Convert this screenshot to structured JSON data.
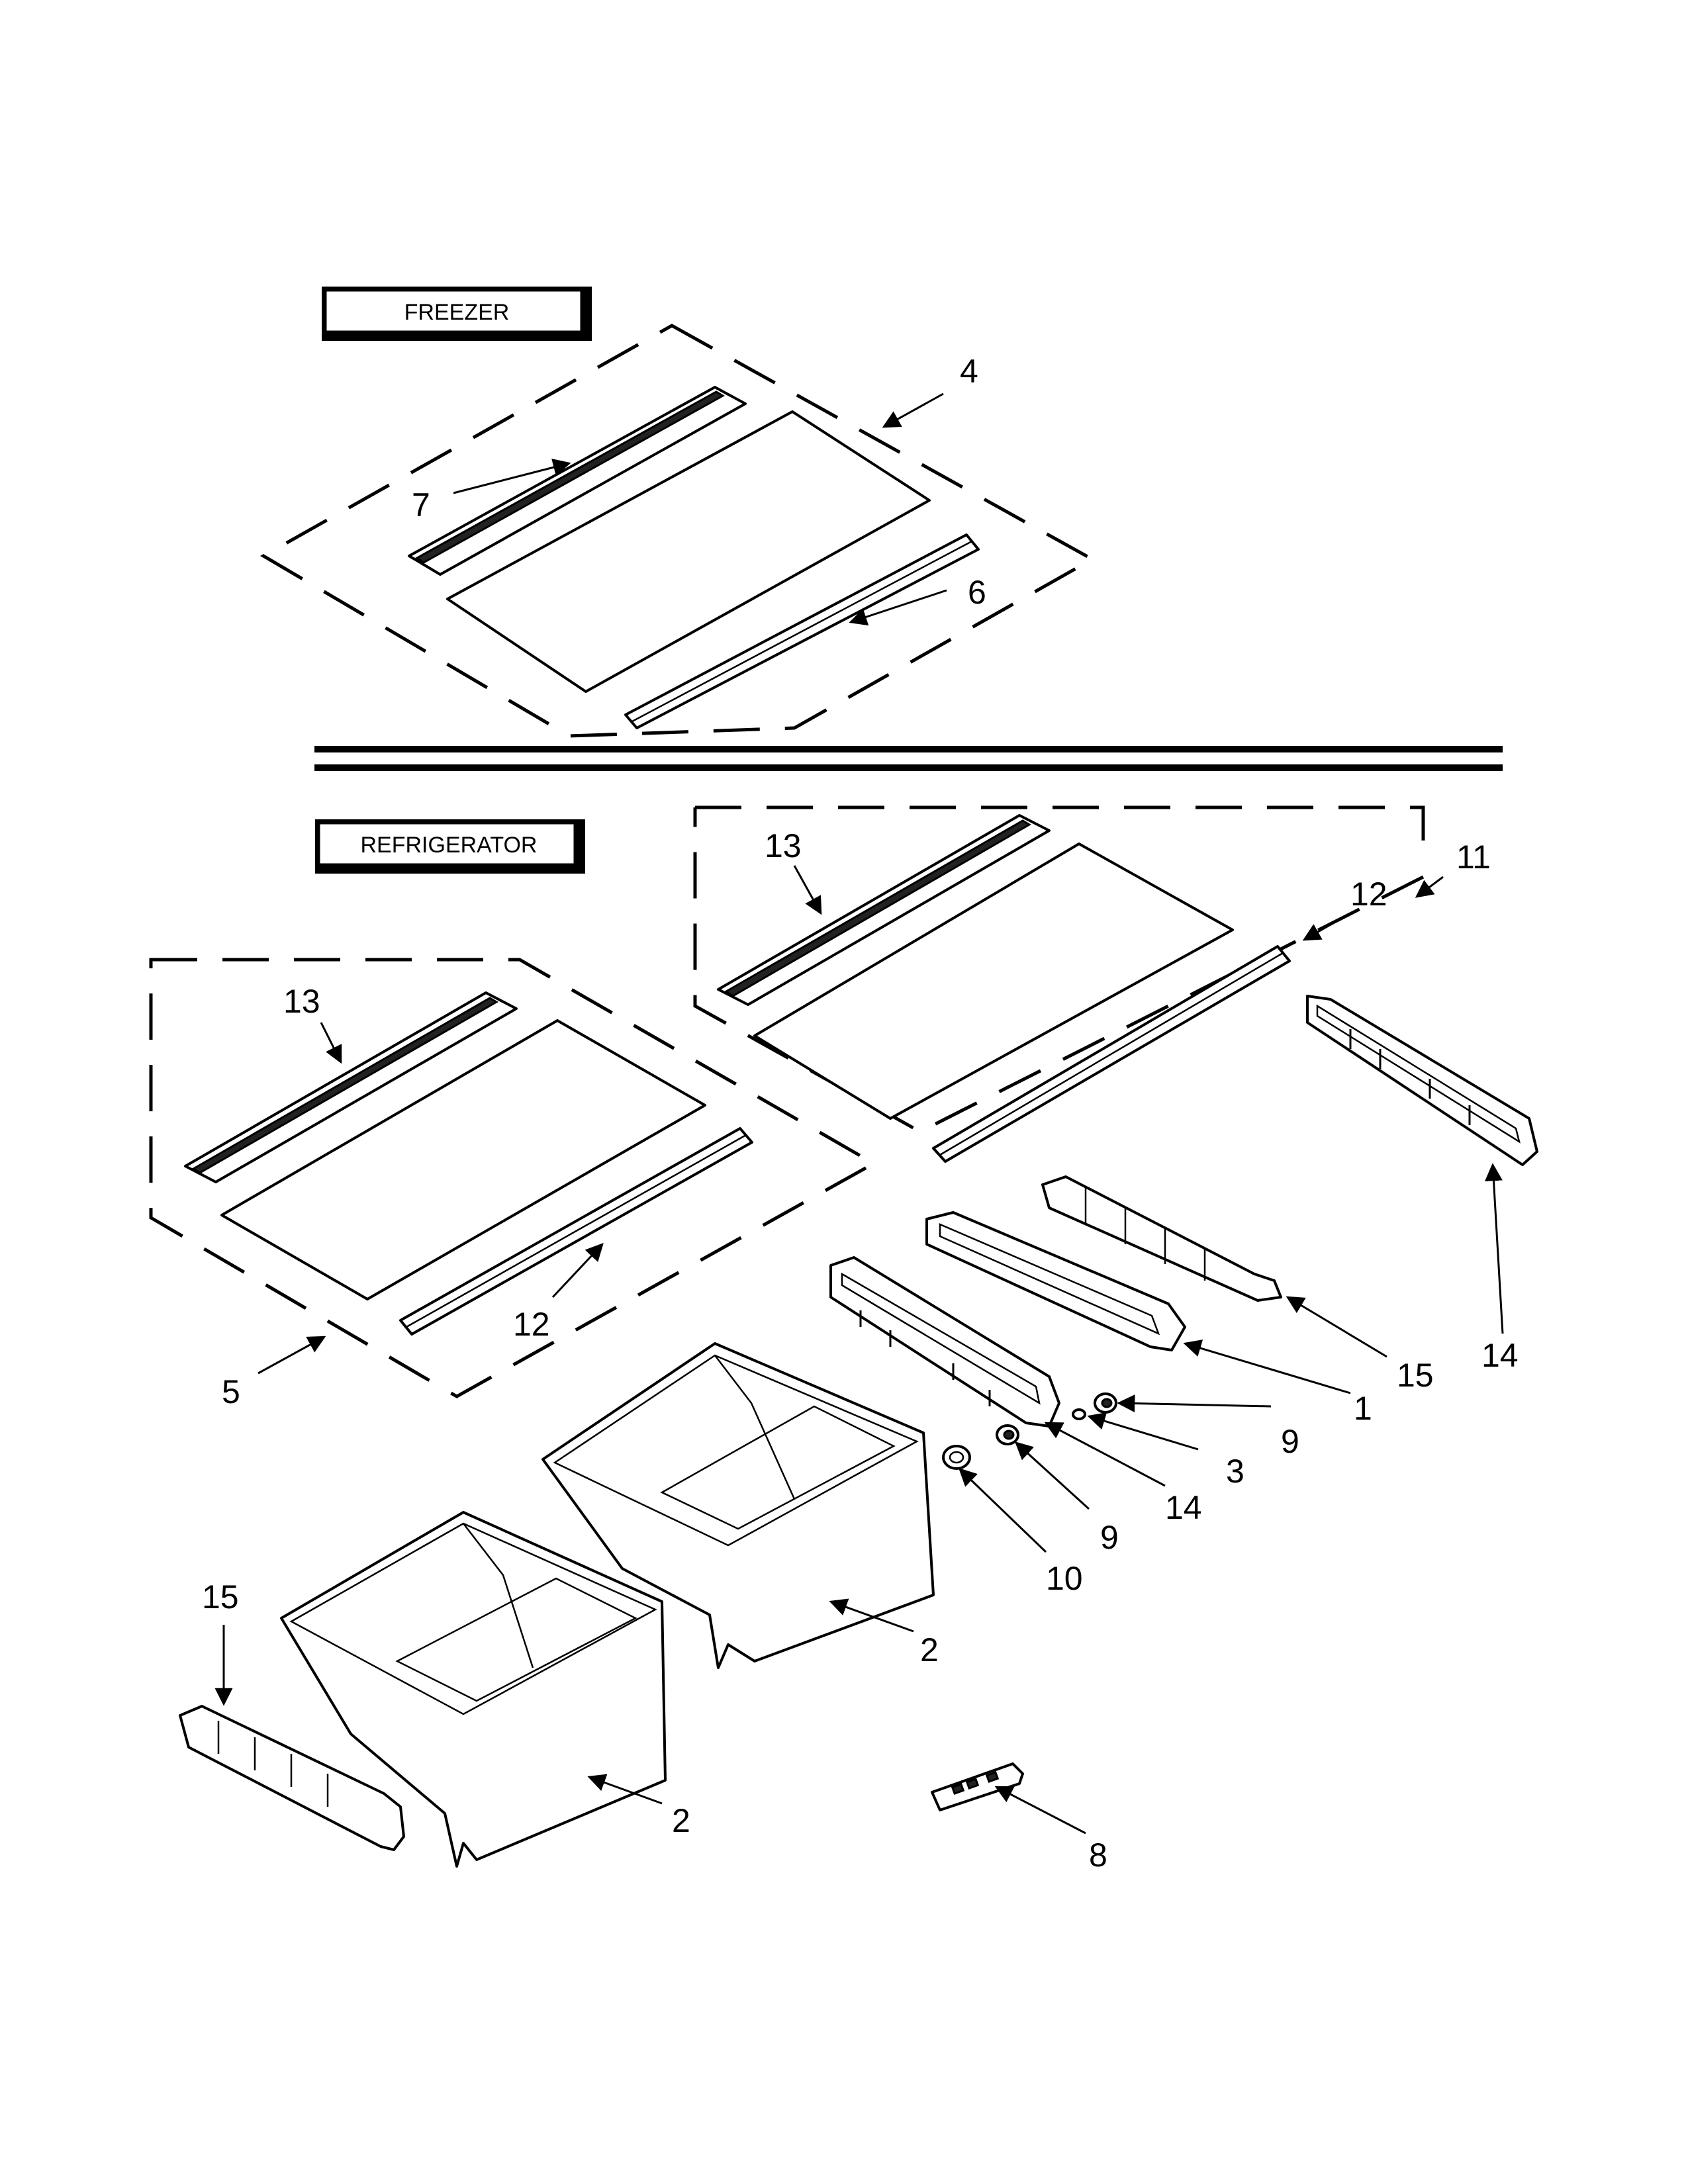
{
  "sections": {
    "freezer": "FREEZER",
    "refrigerator": "REFRIGERATOR"
  },
  "callouts": [
    "1",
    "2",
    "2",
    "3",
    "4",
    "5",
    "6",
    "7",
    "8",
    "9",
    "9",
    "10",
    "11",
    "12",
    "12",
    "13",
    "13",
    "14",
    "14",
    "15",
    "15"
  ]
}
